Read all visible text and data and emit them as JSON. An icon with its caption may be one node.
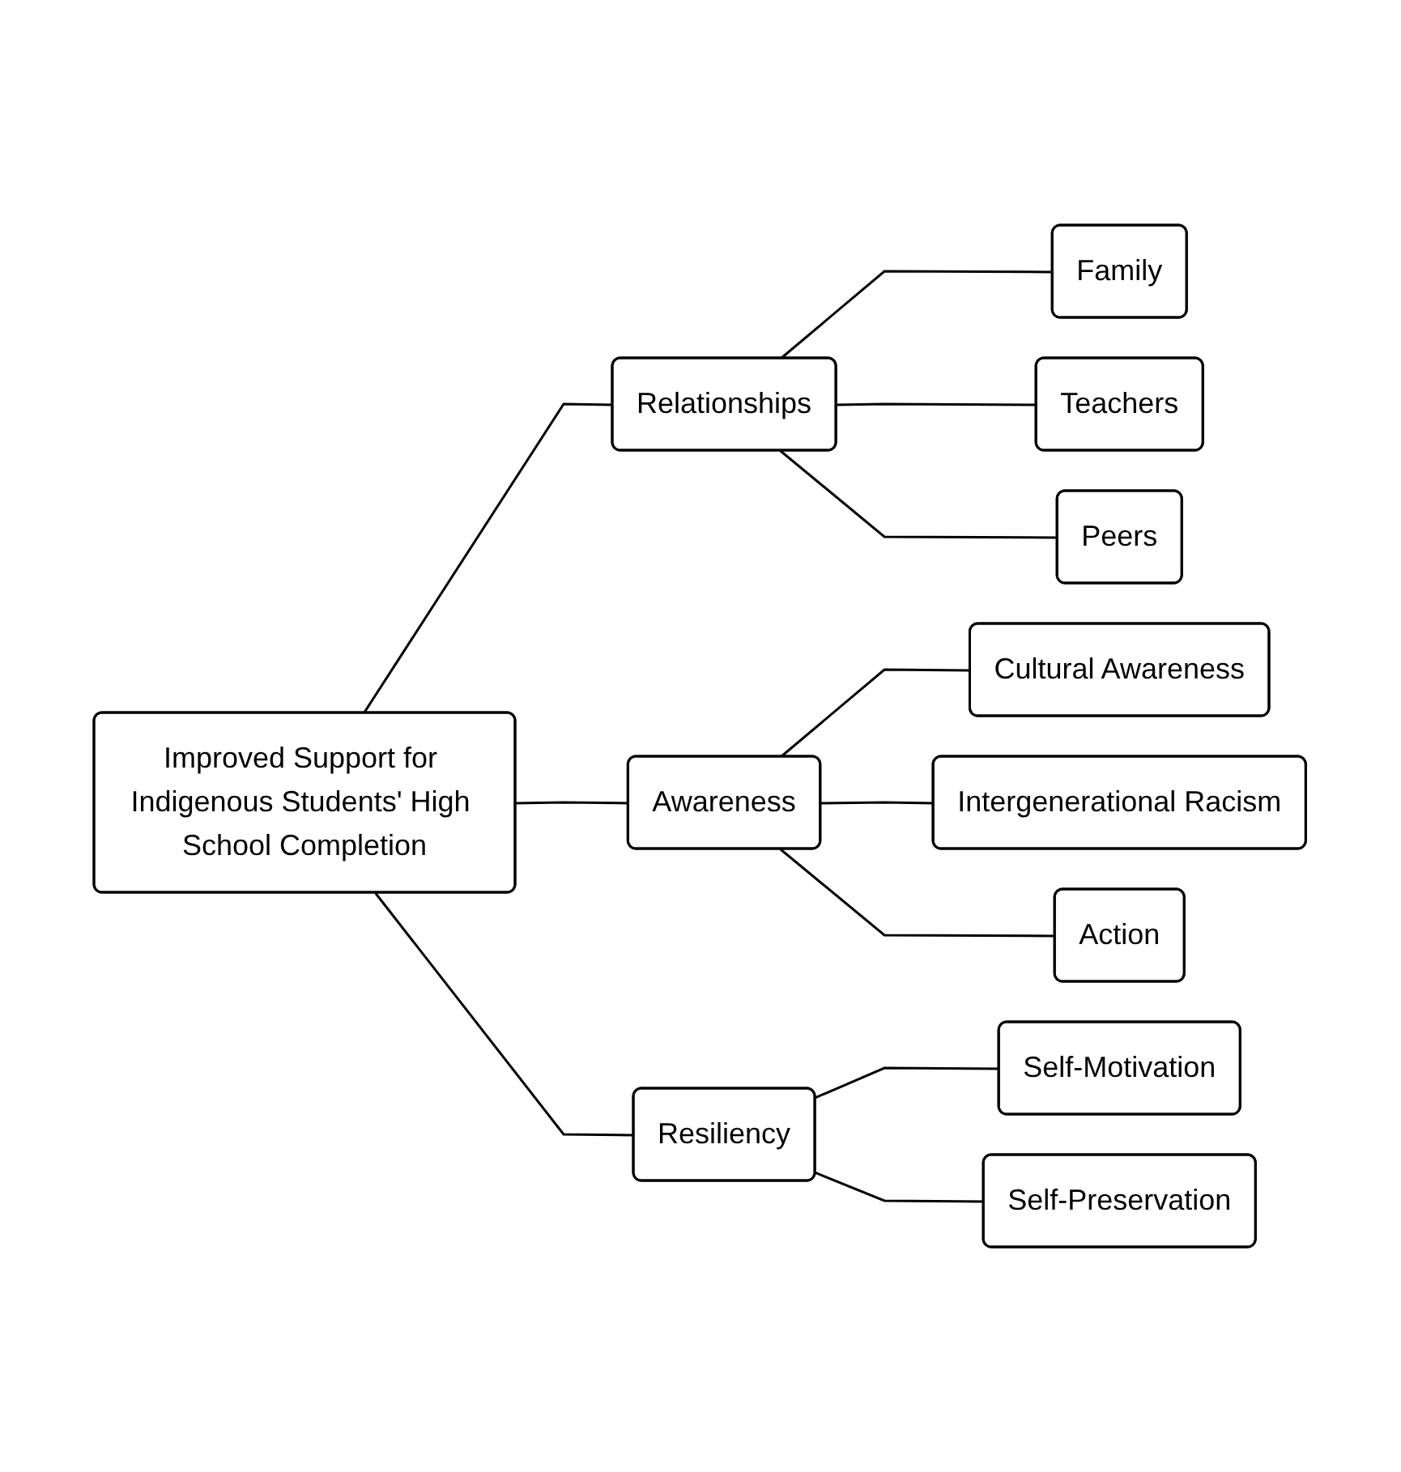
{
  "diagram": {
    "nodes": [
      {
        "text": [
          "Improved Support for Indigenous Students' High School Completion"
        ]
      },
      {
        "text": [
          "Relationships"
        ]
      },
      {
        "text": [
          "Family"
        ]
      },
      {
        "text": [
          "Teachers"
        ]
      },
      {
        "text": [
          "Peers"
        ]
      },
      {
        "text": [
          "Awareness"
        ]
      },
      {
        "text": [
          "Cultural Awareness"
        ]
      },
      {
        "text": [
          "Intergenerational Racism"
        ]
      },
      {
        "text": [
          "Action"
        ]
      },
      {
        "text": [
          "Resiliency"
        ]
      },
      {
        "text": [
          "Self-Motivation"
        ]
      },
      {
        "text": [
          "Self-Preservation"
        ]
      }
    ],
    "edges": [
      {
        "from": 0,
        "to": 1,
        "arrow": "none"
      },
      {
        "from": 0,
        "to": 5,
        "arrow": "none"
      },
      {
        "from": 0,
        "to": 9,
        "arrow": "none"
      },
      {
        "from": 1,
        "to": 2,
        "arrow": "none"
      },
      {
        "from": 1,
        "to": 3,
        "arrow": "none"
      },
      {
        "from": 1,
        "to": 4,
        "arrow": "none"
      },
      {
        "from": 5,
        "to": 6,
        "arrow": "none"
      },
      {
        "from": 5,
        "to": 7,
        "arrow": "none"
      },
      {
        "from": 5,
        "to": 8,
        "arrow": "none"
      },
      {
        "from": 9,
        "to": 10,
        "arrow": "none"
      },
      {
        "from": 9,
        "to": 11,
        "arrow": "none"
      }
    ]
  }
}
